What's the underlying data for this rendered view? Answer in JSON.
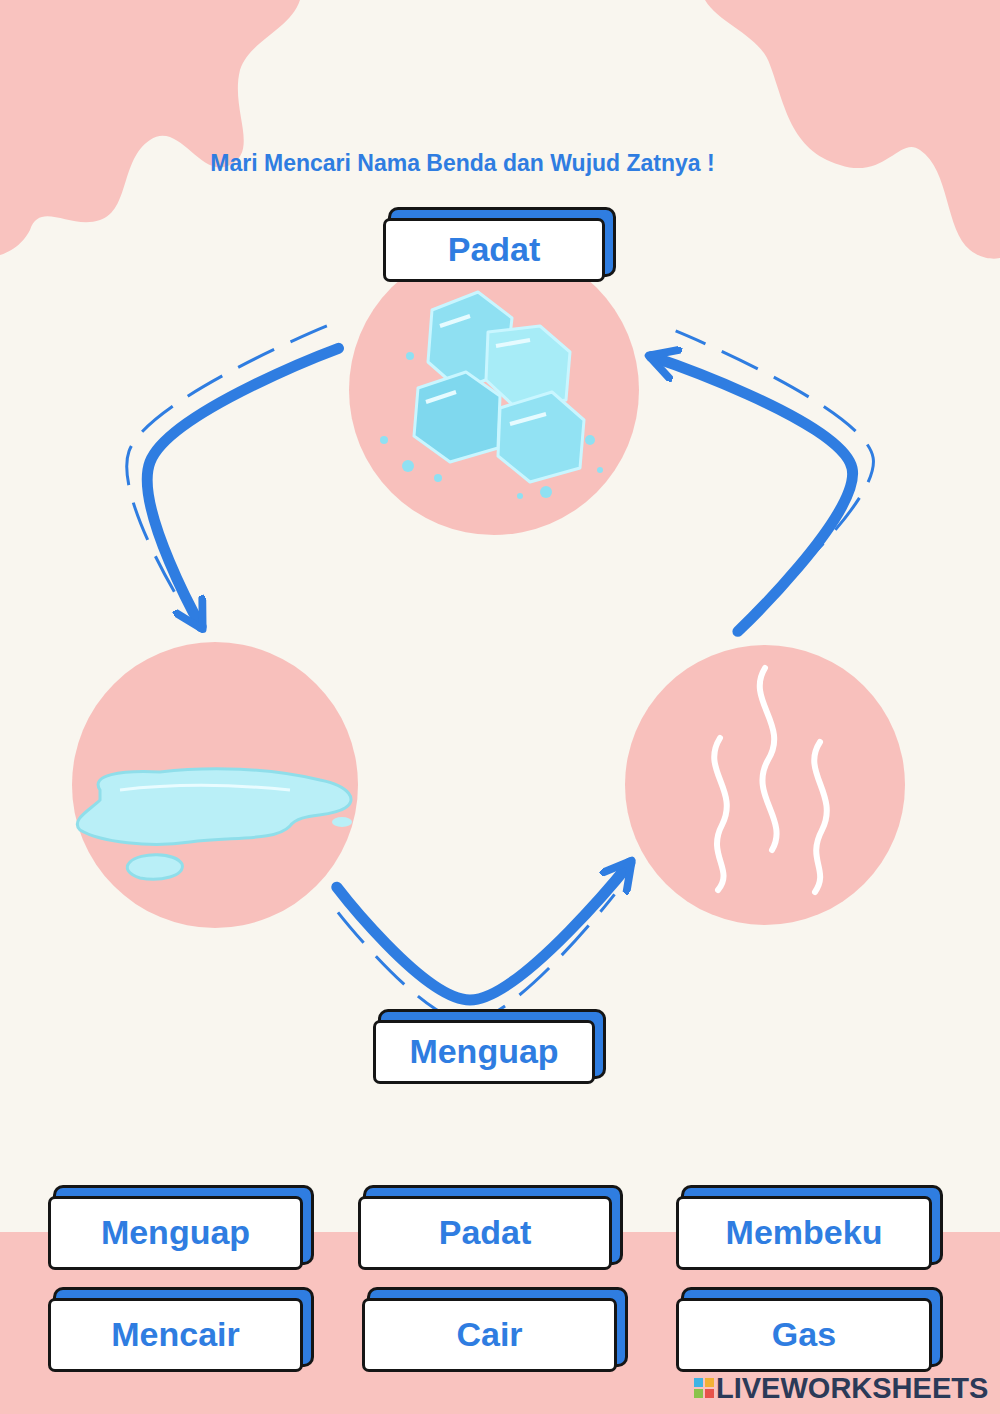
{
  "diagram": {
    "title": "Mari Mencari Nama Benda dan Wujud Zatnya !",
    "nodes": [
      {
        "text": [
          "Padat"
        ]
      },
      {
        "text": []
      },
      {
        "text": []
      },
      {
        "text": [
          "Menguap"
        ]
      },
      {
        "text": [
          "Padat"
        ]
      },
      {
        "text": [
          "Membeku"
        ]
      },
      {
        "text": [
          "Mencair"
        ]
      },
      {
        "text": [
          "Cair"
        ]
      },
      {
        "text": [
          "Gas"
        ]
      }
    ],
    "edges": [
      {
        "from": 0,
        "to": 1,
        "arrow": "to"
      },
      {
        "from": 1,
        "to": 2,
        "label": "Menguap",
        "arrow": "to"
      },
      {
        "from": 2,
        "to": 0,
        "arrow": "to"
      }
    ],
    "labels": [
      "LIVEWORKSHEETS"
    ]
  }
}
